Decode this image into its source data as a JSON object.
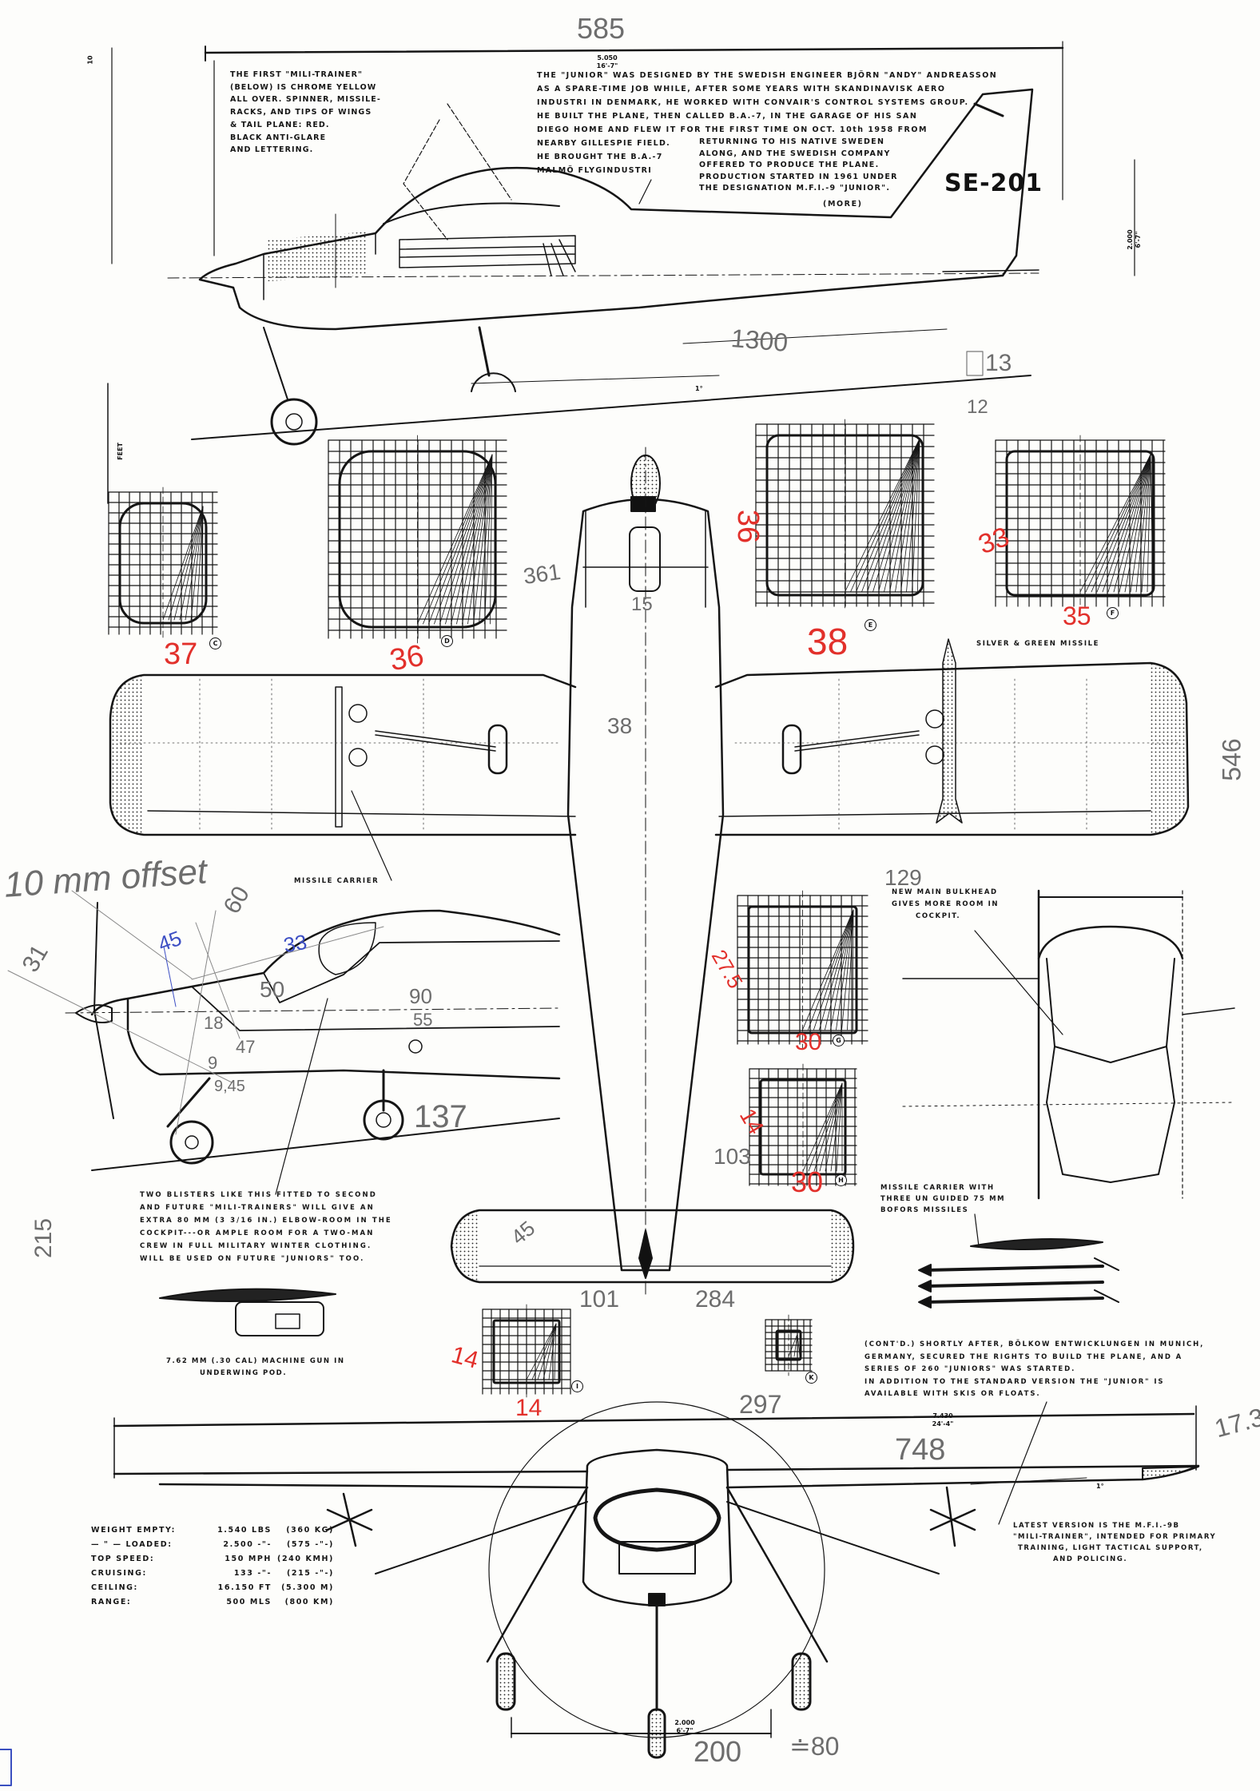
{
  "dimensions": {
    "length_metric": "5.050",
    "length_imperial": "16'-7\"",
    "height_metric": "2.000",
    "height_imperial": "6'-7\"",
    "span_metric": "7.430",
    "span_imperial": "24'-4\"",
    "track_metric": "2.000",
    "track_imperial": "6'-7\"",
    "incidence_side": "1°",
    "incidence_front": "1°",
    "scale_ten": "10",
    "scale_unit": "FEET"
  },
  "registration": "SE-201",
  "notes": {
    "color_scheme": [
      "THE FIRST \"MILI-TRAINER\"",
      "(BELOW) IS CHROME YELLOW",
      "ALL OVER. SPINNER, MISSILE-",
      "RACKS, AND TIPS OF WINGS",
      "& TAIL PLANE: RED.",
      "BLACK ANTI-GLARE",
      "AND LETTERING."
    ],
    "history_full": [
      "THE \"JUNIOR\" WAS DESIGNED BY THE SWEDISH ENGINEER BJÖRN \"ANDY\" ANDREASSON",
      "AS A SPARE-TIME JOB WHILE, AFTER SOME YEARS WITH SKANDINAVISK AERO",
      "INDUSTRI IN DENMARK, HE WORKED WITH CONVAIR'S CONTROL SYSTEMS GROUP.",
      "HE BUILT THE PLANE, THEN CALLED B.A.-7, IN THE GARAGE OF HIS SAN",
      "DIEGO HOME AND FLEW IT FOR THE FIRST TIME ON OCT. 10th 1958 FROM"
    ],
    "history_left": [
      "NEARBY GILLESPIE FIELD.",
      "HE BROUGHT THE B.A.-7",
      "MALMÖ FLYGINDUSTRI"
    ],
    "history_right": [
      "RETURNING TO HIS NATIVE SWEDEN",
      "ALONG, AND THE SWEDISH COMPANY",
      "OFFERED TO PRODUCE THE PLANE.",
      "PRODUCTION STARTED IN 1961 UNDER",
      "THE DESIGNATION M.F.I.-9 \"JUNIOR\"."
    ],
    "more": "(MORE)",
    "missile_carrier": "MISSILE CARRIER",
    "silver_green_missile": "SILVER & GREEN MISSILE",
    "bulkhead": [
      "NEW MAIN BULKHEAD",
      "GIVES MORE ROOM IN",
      "COCKPIT."
    ],
    "blisters": [
      "TWO BLISTERS LIKE THIS FITTED TO SECOND",
      "AND FUTURE \"MILI-TRAINERS\" WILL GIVE AN",
      "EXTRA 80 MM (3 3/16 IN.) ELBOW-ROOM IN THE",
      "COCKPIT---OR AMPLE ROOM FOR A TWO-MAN",
      "CREW IN FULL MILITARY WINTER CLOTHING.",
      "WILL BE USED ON FUTURE \"JUNIORS\" TOO."
    ],
    "missile_carrier_detail": [
      "MISSILE CARRIER WITH",
      "THREE UN GUIDED 75 MM",
      "BOFORS MISSILES"
    ],
    "gun_pod": [
      "7.62 MM (.30 CAL) MACHINE GUN IN",
      "UNDERWING POD."
    ],
    "continued": [
      "(CONT'D.) SHORTLY AFTER, BÖLKOW ENTWICKLUNGEN IN MUNICH,",
      "GERMANY, SECURED THE RIGHTS TO BUILD THE PLANE, AND A",
      "SERIES OF 260 \"JUNIORS\" WAS STARTED.",
      "IN ADDITION TO THE STANDARD VERSION THE \"JUNIOR\" IS",
      "AVAILABLE WITH SKIS OR FLOATS."
    ],
    "latest_version": [
      "LATEST VERSION IS THE M.F.I.-9B",
      "\"MILI-TRAINER\", INTENDED FOR PRIMARY",
      "TRAINING, LIGHT TACTICAL SUPPORT,",
      "AND POLICING."
    ]
  },
  "specs": [
    {
      "label": "WEIGHT EMPTY:",
      "imperial": "1.540 LBS",
      "metric": "(360 KG)"
    },
    {
      "label": "— \" — LOADED:",
      "imperial": "2.500 -\"-",
      "metric": "(575 -\"-)"
    },
    {
      "label": "TOP SPEED:",
      "imperial": "150 MPH",
      "metric": "(240 KMH)"
    },
    {
      "label": "CRUISING:",
      "imperial": "133 -\"-",
      "metric": "(215 -\"-)"
    },
    {
      "label": "CEILING:",
      "imperial": "16.150 FT",
      "metric": "(5.300 M)"
    },
    {
      "label": "RANGE:",
      "imperial": "500 MLS",
      "metric": "(800 KM)"
    }
  ],
  "section_letters": {
    "c": "C",
    "d": "D",
    "e": "E",
    "f": "F",
    "g": "G",
    "h": "H",
    "i": "I",
    "k": "K"
  },
  "handwritten": {
    "h585": "585",
    "h1300": "1300",
    "h13": "13",
    "h12": "12",
    "h361": "361",
    "h15": "15",
    "h37": "37",
    "h36": "36",
    "h38": "38",
    "h33": "33",
    "h35": "35",
    "h36b": "36",
    "h38b": "38",
    "h546": "546",
    "h129": "129",
    "offset": "10 mm offset",
    "h60": "60",
    "h31": "31",
    "h45": "45",
    "h33b": "33",
    "h50": "50",
    "h90": "90",
    "h55": "55",
    "h18": "18",
    "h47": "47",
    "h9": "9",
    "h145": "9,45",
    "h137": "137",
    "h275": "27.5",
    "h30": "30",
    "h14a": "14",
    "h30b": "30",
    "h103": "103",
    "h215": "215",
    "h45b": "45",
    "h101": "101",
    "h284": "284",
    "h14b": "14",
    "h14c": "14",
    "h297": "297",
    "h748": "748",
    "h173": "17.3",
    "h200": "200",
    "h80": "≐80"
  },
  "colors": {
    "ink": "#151515",
    "pencil": "#6d6d6d",
    "red_pen": "#e2302b",
    "blue_pen": "#3d4fc4"
  }
}
